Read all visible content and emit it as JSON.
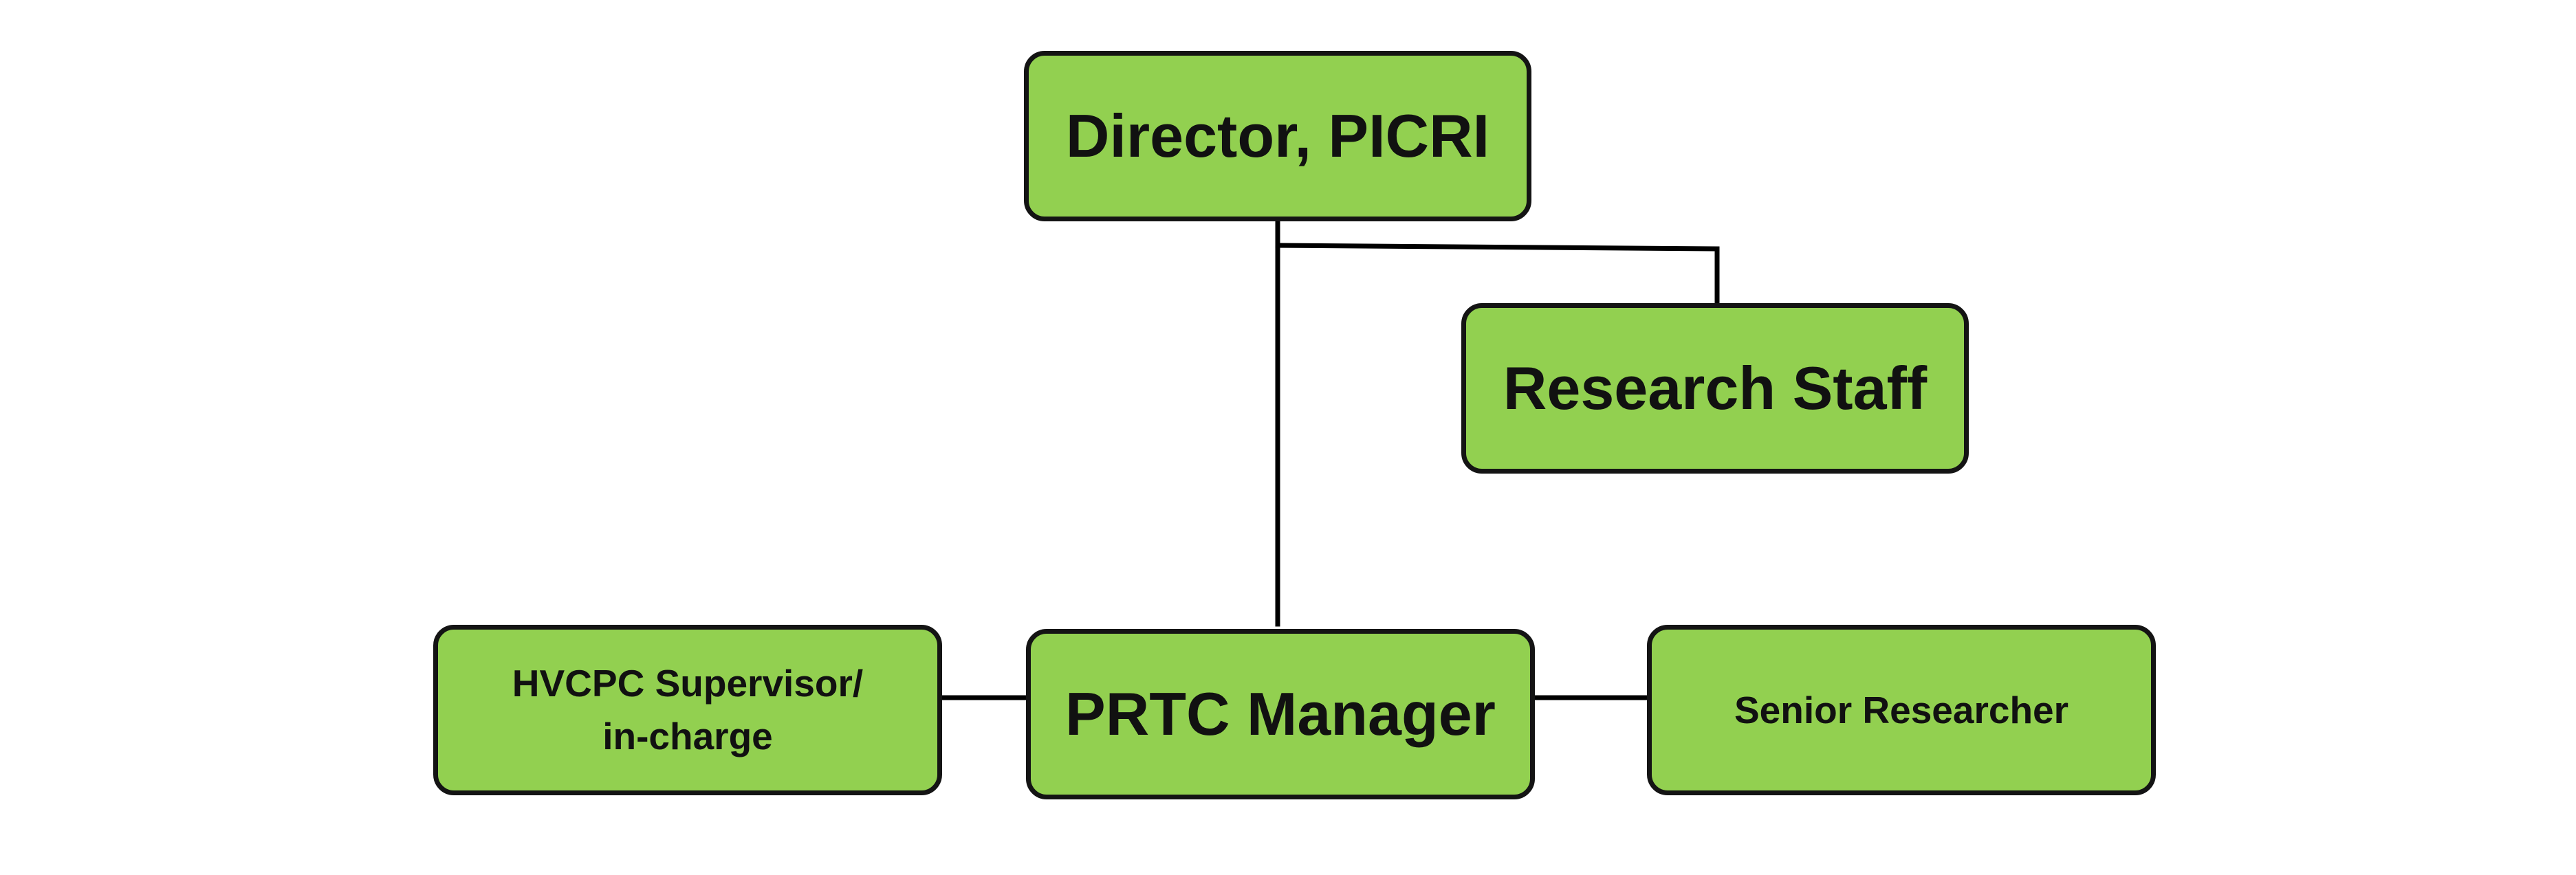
{
  "org_chart": {
    "nodes": {
      "director": "Director, PICRI",
      "research_staff": "Research Staff",
      "prtc_manager": "PRTC Manager",
      "hvcpc_line1": "HVCPC Supervisor/",
      "hvcpc_line2": "in-charge",
      "senior_researcher": "Senior Researcher"
    },
    "edges": [
      {
        "from": "Director, PICRI",
        "to": "Research Staff"
      },
      {
        "from": "Director, PICRI",
        "to": "PRTC Manager"
      },
      {
        "from": "PRTC Manager",
        "to": "HVCPC Supervisor/ in-charge"
      },
      {
        "from": "PRTC Manager",
        "to": "Senior Researcher"
      }
    ],
    "colors": {
      "box_fill": "#92d050",
      "box_border": "#141414",
      "connector": "#000000",
      "text": "#111111"
    }
  }
}
